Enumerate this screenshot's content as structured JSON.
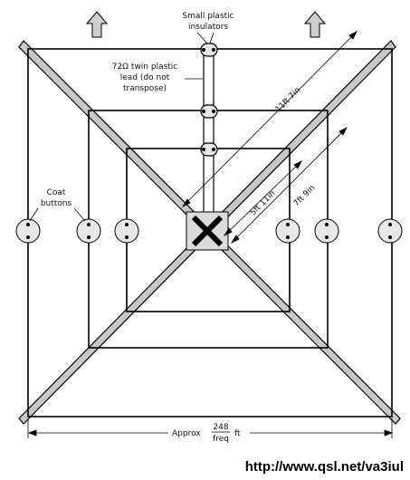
{
  "labels": {
    "insulators": [
      "Small plastic",
      "insulators"
    ],
    "lead": [
      "72Ω twin plastic",
      "lead (do not",
      "transpose)"
    ],
    "buttons": [
      "Coat",
      "buttons"
    ],
    "dim_outer": "11ft 7in",
    "dim_middle": "7ft 9in",
    "dim_inner": "5ft 11in",
    "approx": "Approx",
    "frac_top": "248",
    "frac_bottom": "freq",
    "unit": "ft",
    "url": "http://www.qsl.net/va3iul"
  },
  "icons": [
    "up-arrow-icon",
    "coat-button-icon",
    "insulator-icon",
    "cross-hub-icon"
  ],
  "colors": {
    "arm_fill": "#c8c8c8",
    "hub_fill": "#dcdcdc",
    "button_fill": "#e8e8e8"
  }
}
